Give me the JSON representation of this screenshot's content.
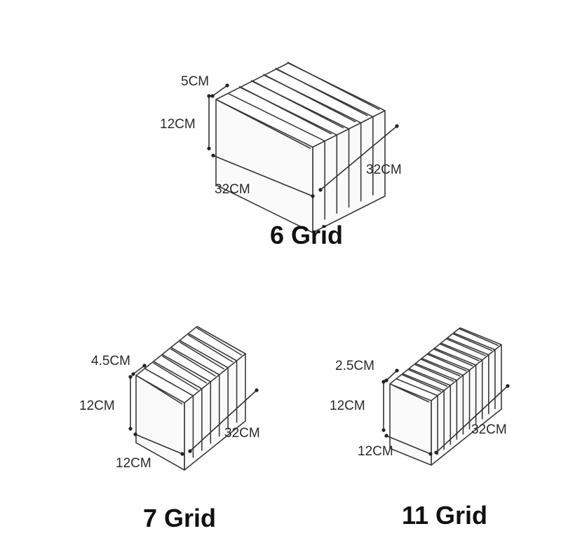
{
  "organizers": [
    {
      "title": "6 Grid",
      "compartments": 6,
      "dims": {
        "compartment_width": "5CM",
        "height": "12CM",
        "width": "32CM",
        "length": "32CM"
      }
    },
    {
      "title": "7 Grid",
      "compartments": 7,
      "dims": {
        "compartment_width": "4.5CM",
        "height": "12CM",
        "width": "12CM",
        "length": "32CM"
      }
    },
    {
      "title": "11 Grid",
      "compartments": 11,
      "dims": {
        "compartment_width": "2.5CM",
        "height": "12CM",
        "width": "12CM",
        "length": "32CM"
      }
    }
  ],
  "colors": {
    "line": "#3a3a3a",
    "text": "#2a2a2a",
    "title": "#111111",
    "background": "#ffffff"
  }
}
